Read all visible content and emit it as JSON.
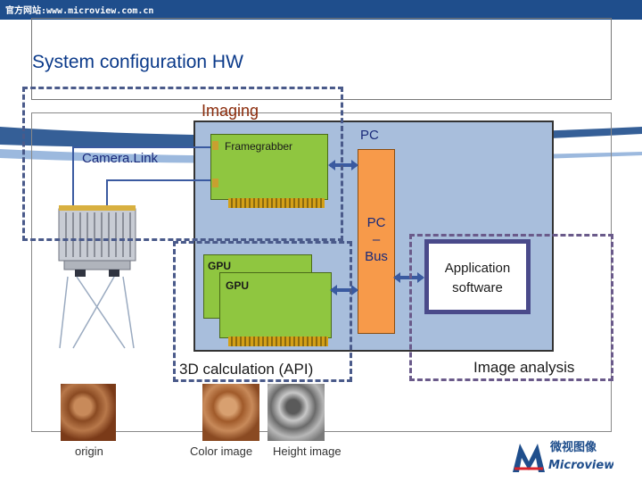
{
  "header": {
    "url_text": "官方网站:www.microview.com.cn"
  },
  "title": "System configuration HW",
  "diagram": {
    "imaging_label": "Imaging",
    "camera_link_label": "Camera.Link",
    "pc_label": "PC",
    "pc_bus_label_1": "PC",
    "pc_bus_label_2": "–",
    "pc_bus_label_3": "Bus",
    "framegrabber_label": "Framegrabber",
    "gpu_label_1": "GPU",
    "gpu_label_2": "GPU",
    "app_label_1": "Application",
    "app_label_2": "software",
    "calc_label": "3D calculation (API)",
    "analysis_label": "Image analysis"
  },
  "samples": {
    "origin_label": "origin",
    "color_label": "Color image",
    "height_label": "Height image"
  },
  "logo": {
    "chinese_text": "微视图像",
    "brand_text": "Microview"
  },
  "colors": {
    "frame_bg": "#a8bedc",
    "bus": "#f79a4a",
    "card": "#8fc640",
    "dash": "#4a5a8a"
  }
}
